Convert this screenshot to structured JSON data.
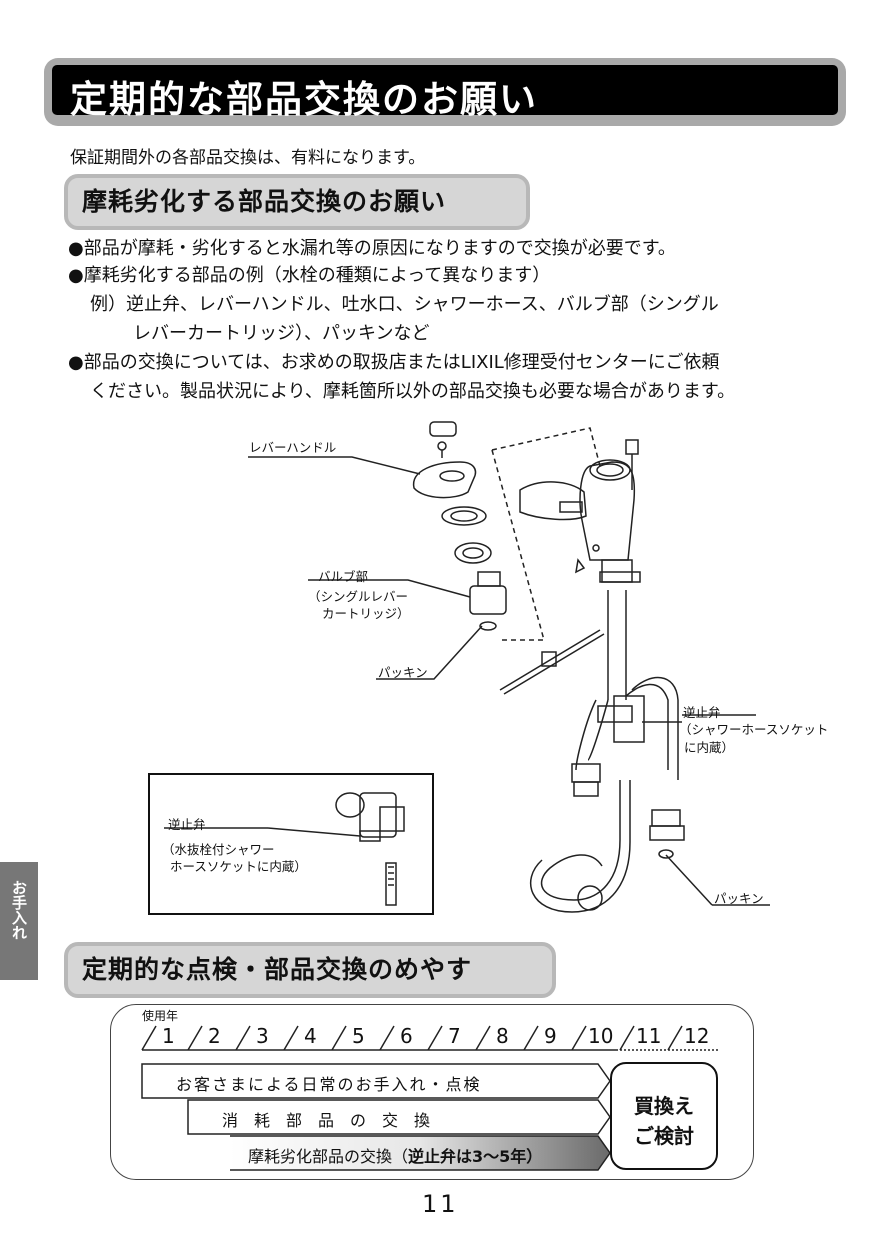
{
  "title": "定期的な部品交換のお願い",
  "intro": "保証期間外の各部品交換は、有料になります。",
  "section1": {
    "heading": "摩耗劣化する部品交換のお願い",
    "lines": [
      "●部品が摩耗・劣化すると水漏れ等の原因になりますので交換が必要です。",
      "●摩耗劣化する部品の例（水栓の種類によって異なります）",
      "例）逆止弁、レバーハンドル、吐水口、シャワーホース、バルブ部（シングル",
      "レバーカートリッジ）、パッキンなど",
      "●部品の交換については、お求めの取扱店またはLIXIL修理受付センターにご依頼",
      "ください。製品状況により、摩耗箇所以外の部品交換も必要な場合があります。"
    ]
  },
  "diagram": {
    "lever_handle": "レバーハンドル",
    "valve_1": "バルブ部",
    "valve_2": "（シングルレバー",
    "valve_3": "カートリッジ）",
    "packing_top": "パッキン",
    "check_valve_1": "逆止弁",
    "check_valve_2": "（シャワーホースソケット",
    "check_valve_3": "に内蔵）",
    "packing_bottom": "パッキン",
    "inset_1": "逆止弁",
    "inset_2": "（水抜栓付シャワー",
    "inset_3": "ホースソケットに内蔵）"
  },
  "side_tab": "お手入れ",
  "section2": {
    "heading": "定期的な点検・部品交換のめやす",
    "years_label": "使用年",
    "years": [
      "1",
      "2",
      "3",
      "4",
      "5",
      "6",
      "7",
      "8",
      "9",
      "10",
      "11",
      "12"
    ],
    "row1": "お客さまによる日常のお手入れ・点検",
    "row2": "消　耗　部　品　の　交　換",
    "row3a": "摩耗劣化部品の交換（",
    "row3b": "逆止弁は3〜5年）",
    "buy_1": "買換え",
    "buy_2": "ご検討"
  },
  "page_number": "11"
}
